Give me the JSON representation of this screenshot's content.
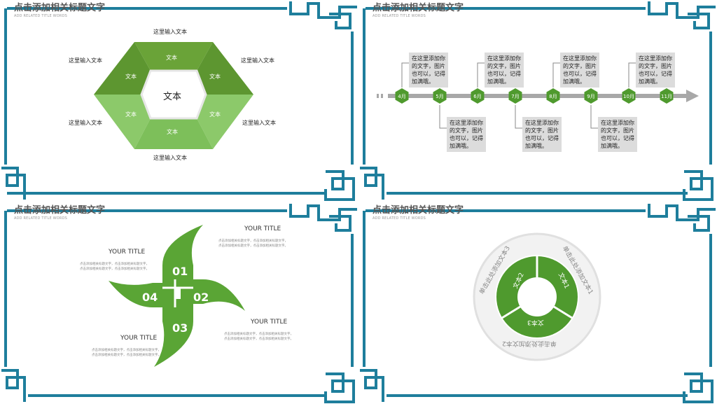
{
  "common": {
    "title": "点击添加相关标题文字",
    "subtitle": "ADD RELATED TITLE WORDS",
    "frame_color": "#1e7e9c"
  },
  "slide1": {
    "center": "文本",
    "segments": [
      "文本",
      "文本",
      "文本",
      "文本",
      "文本",
      "文本"
    ],
    "labels": {
      "top": "这里输入文本",
      "top_left": "这里输入文本",
      "top_right": "这里输入文本",
      "bottom_left": "这里输入文本",
      "bottom_right": "这里输入文本",
      "bottom": "这里输入文本"
    }
  },
  "slide2": {
    "months": [
      "4月",
      "5月",
      "6月",
      "7月",
      "8月",
      "9月",
      "10月",
      "11月"
    ],
    "bubbles_top": [
      "在这里添加你的文字，图片也可以，记得加满哦。",
      "在这里添加你的文字，图片也可以，记得加满哦。",
      "在这里添加你的文字，图片也可以，记得加满哦。",
      "在这里添加你的文字，图片也可以，记得加满哦。"
    ],
    "bubbles_bottom": [
      "在这里添加你的文字，图片也可以，记得加满哦。",
      "在这里添加你的文字，图片也可以，记得加满哦。",
      "在这里添加你的文字，图片也可以，记得加满哦。"
    ]
  },
  "slide3": {
    "numbers": [
      "01",
      "02",
      "03",
      "04"
    ],
    "items": [
      {
        "title": "YOUR TITLE",
        "body": "点击添加相关标题文字，点击添加相关标题文字，点击添加相关标题文字，点击添加相关标题文字。"
      },
      {
        "title": "YOUR TITLE",
        "body": "点击添加相关标题文字，点击添加相关标题文字，点击添加相关标题文字，点击添加相关标题文字。"
      },
      {
        "title": "YOUR TITLE",
        "body": "点击添加相关标题文字，点击添加相关标题文字，点击添加相关标题文字，点击添加相关标题文字。"
      },
      {
        "title": "YOUR TITLE",
        "body": "点击添加相关标题文字，点击添加相关标题文字，点击添加相关标题文字，点击添加相关标题文字。"
      }
    ]
  },
  "slide4": {
    "inner": [
      "文本1",
      "文本2",
      "文本3"
    ],
    "outer": [
      "单击此处添加文本1",
      "单击此处添加文本2",
      "单击此处添加文本3"
    ]
  }
}
